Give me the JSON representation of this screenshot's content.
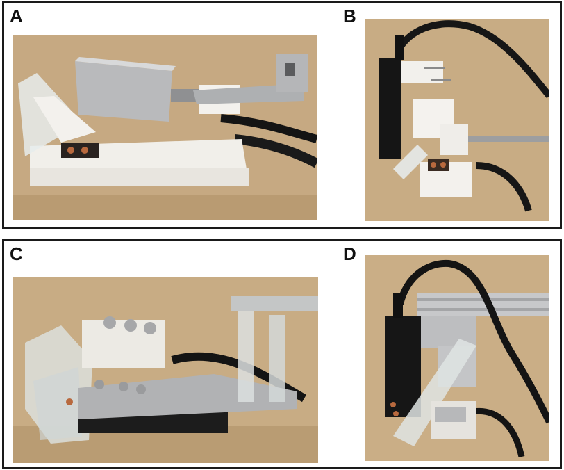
{
  "panels": {
    "a": {
      "label": "A"
    },
    "b": {
      "label": "B"
    },
    "c": {
      "label": "C"
    },
    "d": {
      "label": "D"
    }
  },
  "colors": {
    "frame": "#1a1a1a",
    "background_cardboard": "#c9ad85",
    "plastic_white": "#f2f0ec",
    "aluminum": "#b8b9bb",
    "cable_black": "#151515",
    "acrylic": "#d9dedd"
  }
}
